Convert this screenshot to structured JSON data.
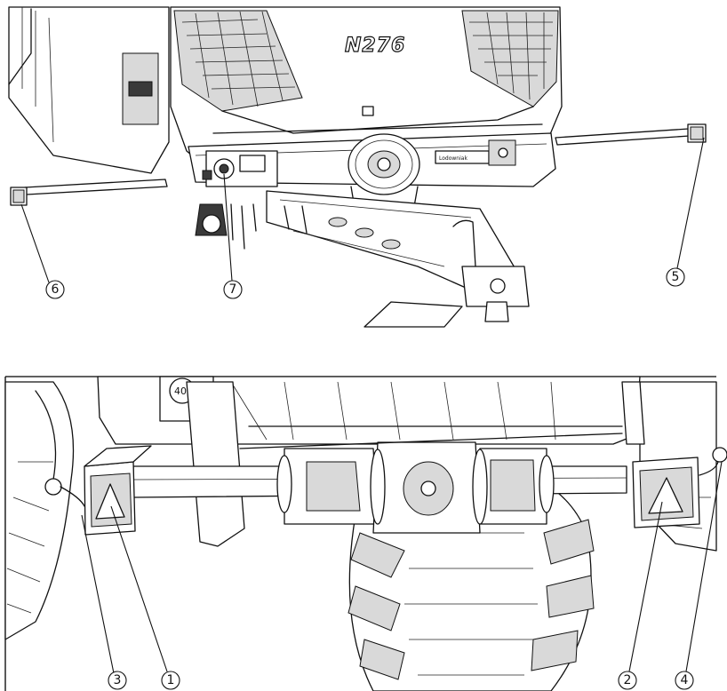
{
  "top_panel": {
    "model_label": "N276",
    "small_plate_text": "Lodowniak",
    "callouts": [
      {
        "id": "callout-5",
        "label": "5"
      },
      {
        "id": "callout-6",
        "label": "6"
      },
      {
        "id": "callout-7",
        "label": "7"
      }
    ]
  },
  "bottom_panel": {
    "badge_text": "40",
    "callouts": [
      {
        "id": "callout-1",
        "label": "1"
      },
      {
        "id": "callout-2",
        "label": "2"
      },
      {
        "id": "callout-3",
        "label": "3"
      },
      {
        "id": "callout-4",
        "label": "4"
      }
    ]
  },
  "colors": {
    "line": "#111111",
    "background": "#ffffff",
    "shade": "#d9d9d9"
  }
}
